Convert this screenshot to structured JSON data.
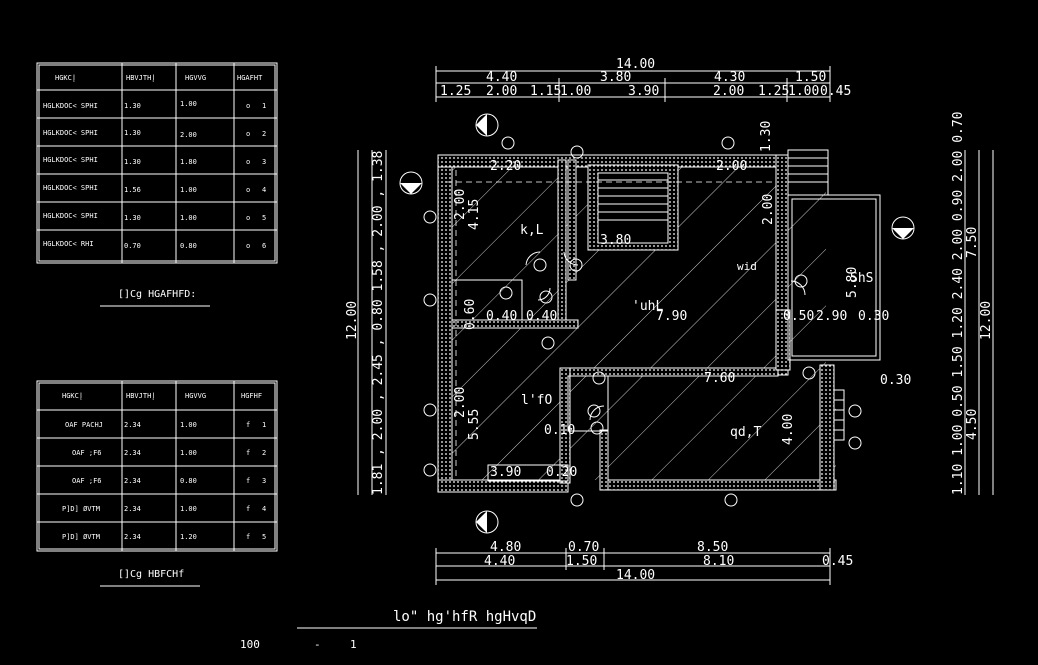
{
  "window_schedule": {
    "headers": [
      "HGKCإ",
      "HBVJTHإ",
      "HGVVG",
      "HGAFHT"
    ],
    "rows": [
      {
        "type": "HGLKDOC< SPHI",
        "h": "1.30",
        "w": "1.00",
        "n": "1",
        "m": "o"
      },
      {
        "type": "HGLKDOC< SPHI",
        "h": "1.30",
        "w": "2.00",
        "n": "2",
        "m": "o"
      },
      {
        "type": "HGLKDOC< SPHI",
        "h": "1.30",
        "w": "1.80",
        "n": "3",
        "m": "o"
      },
      {
        "type": "HGLKDOC< SPHI",
        "h": "1.56",
        "w": "1.00",
        "n": "4",
        "m": "o"
      },
      {
        "type": "HGLKDOC< SPHI",
        "h": "1.30",
        "w": "1.00",
        "n": "5",
        "m": "o"
      },
      {
        "type": "HGLKDOC< RHI",
        "h": "0.70",
        "w": "0.80",
        "n": "6",
        "m": "o"
      }
    ],
    "caption": "[]Cg HGAFHFD:"
  },
  "door_schedule": {
    "headers": [
      "HGKCإ",
      "HBVJTHإ",
      "HGVVG",
      "HGFHF"
    ],
    "rows": [
      {
        "type": "OAF PACHJ",
        "h": "2.34",
        "w": "1.00",
        "n": "1",
        "m": "f"
      },
      {
        "type": "OAF ;F6",
        "h": "2.34",
        "w": "1.00",
        "n": "2",
        "m": "f"
      },
      {
        "type": "OAF ;F6",
        "h": "2.34",
        "w": "0.80",
        "n": "3",
        "m": "f"
      },
      {
        "type": "P]D] ØVTM",
        "h": "2.34",
        "w": "1.00",
        "n": "4",
        "m": "f"
      },
      {
        "type": "P]D] ØVTM",
        "h": "2.34",
        "w": "1.20",
        "n": "5",
        "m": "f"
      }
    ],
    "caption": "[]Cg HBFCHf"
  },
  "top_dims": {
    "overall": "14.00",
    "row1": [
      "4.40",
      "3.80",
      "4.30",
      "1.50"
    ],
    "row2": [
      "1.25",
      "2.00",
      "1.15",
      "1.00",
      "3.90",
      "2.00",
      "1.25",
      "1.00",
      "0.45"
    ]
  },
  "bottom_dims": {
    "row1": [
      "4.80",
      "0.70",
      "8.50"
    ],
    "row2": [
      "4.40",
      "1.50",
      "8.10",
      "0.45"
    ],
    "overall": "14.00"
  },
  "left_dims": {
    "overall": "12.00",
    "segments": "1.81 , 2.00 , 2.45 , 0.80 1.58 , 2.00 , 1.38"
  },
  "right_dims": {
    "overall": "12.00",
    "sub": "7.50",
    "sub2": "4.50",
    "segments": "1.10 1.00 0.50 1.50 1.20 2.40 2.00 0.90 2.00 0.70"
  },
  "room_labels": {
    "kl": "k,L",
    "mhl": "'uhL",
    "of": "l'fO",
    "qd": "qd,T",
    "shs": "ShS",
    "wid": "wid"
  },
  "interior_dims": [
    "2.20",
    "2.00",
    "2.00",
    "2.90",
    "0.30",
    "7.90",
    "0.40",
    "0.40",
    "7.60",
    "3.90",
    "0.20",
    "4.00",
    "5.80",
    "4.15",
    "2.00",
    "5.55",
    "2.00",
    "0.10",
    "3.80",
    "0.30",
    "0.60",
    "0.50",
    "1.30"
  ],
  "title": "lo\" hg'hfR hgHvqD",
  "scale": {
    "a": "1",
    "sep": "-",
    "b": "100"
  }
}
